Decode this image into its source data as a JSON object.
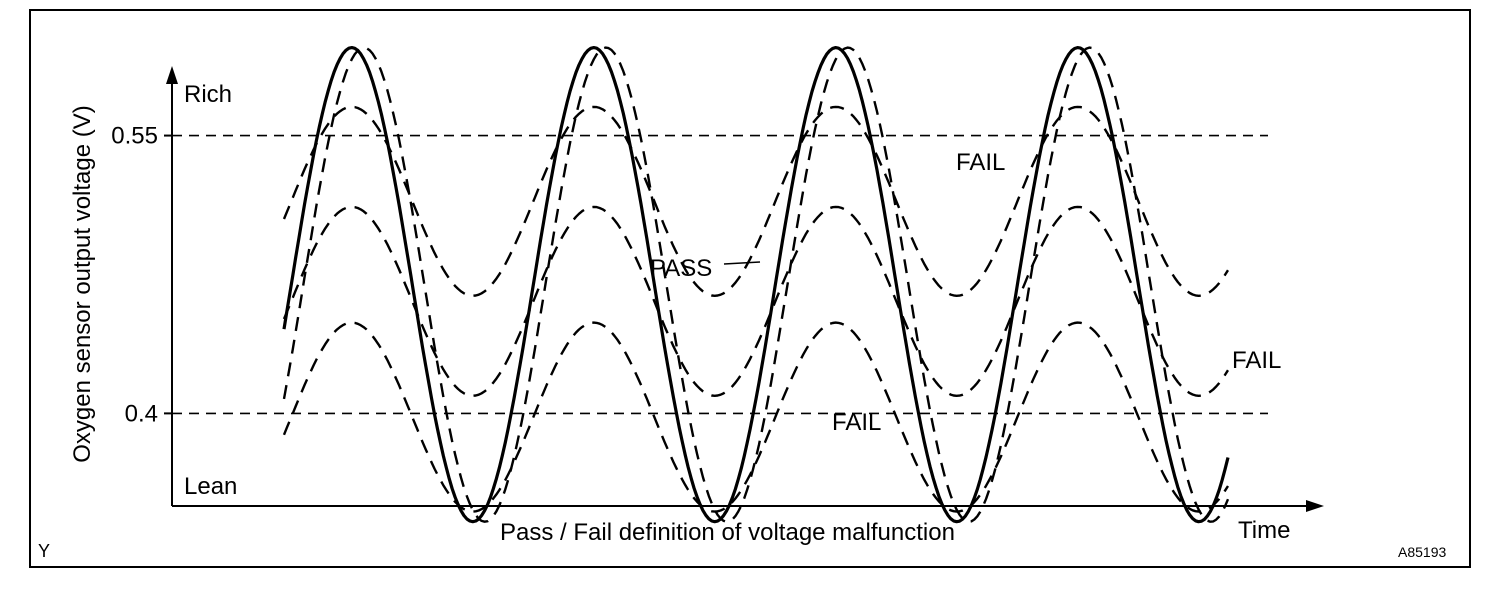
{
  "chart_data": {
    "type": "line",
    "title": "",
    "xlabel": "Time",
    "ylabel": "Oxygen sensor output voltage (V)",
    "caption": "Pass / Fail definition of voltage malfunction",
    "corner_mark": "Y",
    "figure_id": "A85193",
    "y_tick_labels": [
      "0.55",
      "0.4"
    ],
    "y_tick_values": [
      0.55,
      0.4
    ],
    "y_range_labels": {
      "top": "Rich",
      "bottom": "Lean"
    },
    "ylim": [
      0.35,
      0.58
    ],
    "grid": false,
    "threshold_lines": [
      0.55,
      0.4
    ],
    "curve_model": {
      "cycles": 3.9,
      "phase_start": 0.72
    },
    "series": [
      {
        "name": "PASS",
        "style": "solid",
        "amplitude": 0.128,
        "offset": 0.4695,
        "phase_shift": 0.0
      },
      {
        "name": "",
        "style": "dashed",
        "amplitude": 0.128,
        "offset": 0.4695,
        "phase_shift": 0.05
      },
      {
        "name": "FAIL",
        "style": "dashed",
        "amplitude": 0.051,
        "offset": 0.5145,
        "phase_shift": 0.0
      },
      {
        "name": "FAIL",
        "style": "dashed",
        "amplitude": 0.051,
        "offset": 0.4605,
        "phase_shift": 0.0
      },
      {
        "name": "FAIL",
        "style": "dashed",
        "amplitude": 0.051,
        "offset": 0.398,
        "phase_shift": 0.0
      }
    ],
    "annotations": [
      {
        "text": "FAIL"
      },
      {
        "text": "PASS"
      },
      {
        "text": "FAIL"
      },
      {
        "text": "FAIL"
      }
    ]
  },
  "colors": {
    "ink": "#000000",
    "background": "#ffffff"
  }
}
